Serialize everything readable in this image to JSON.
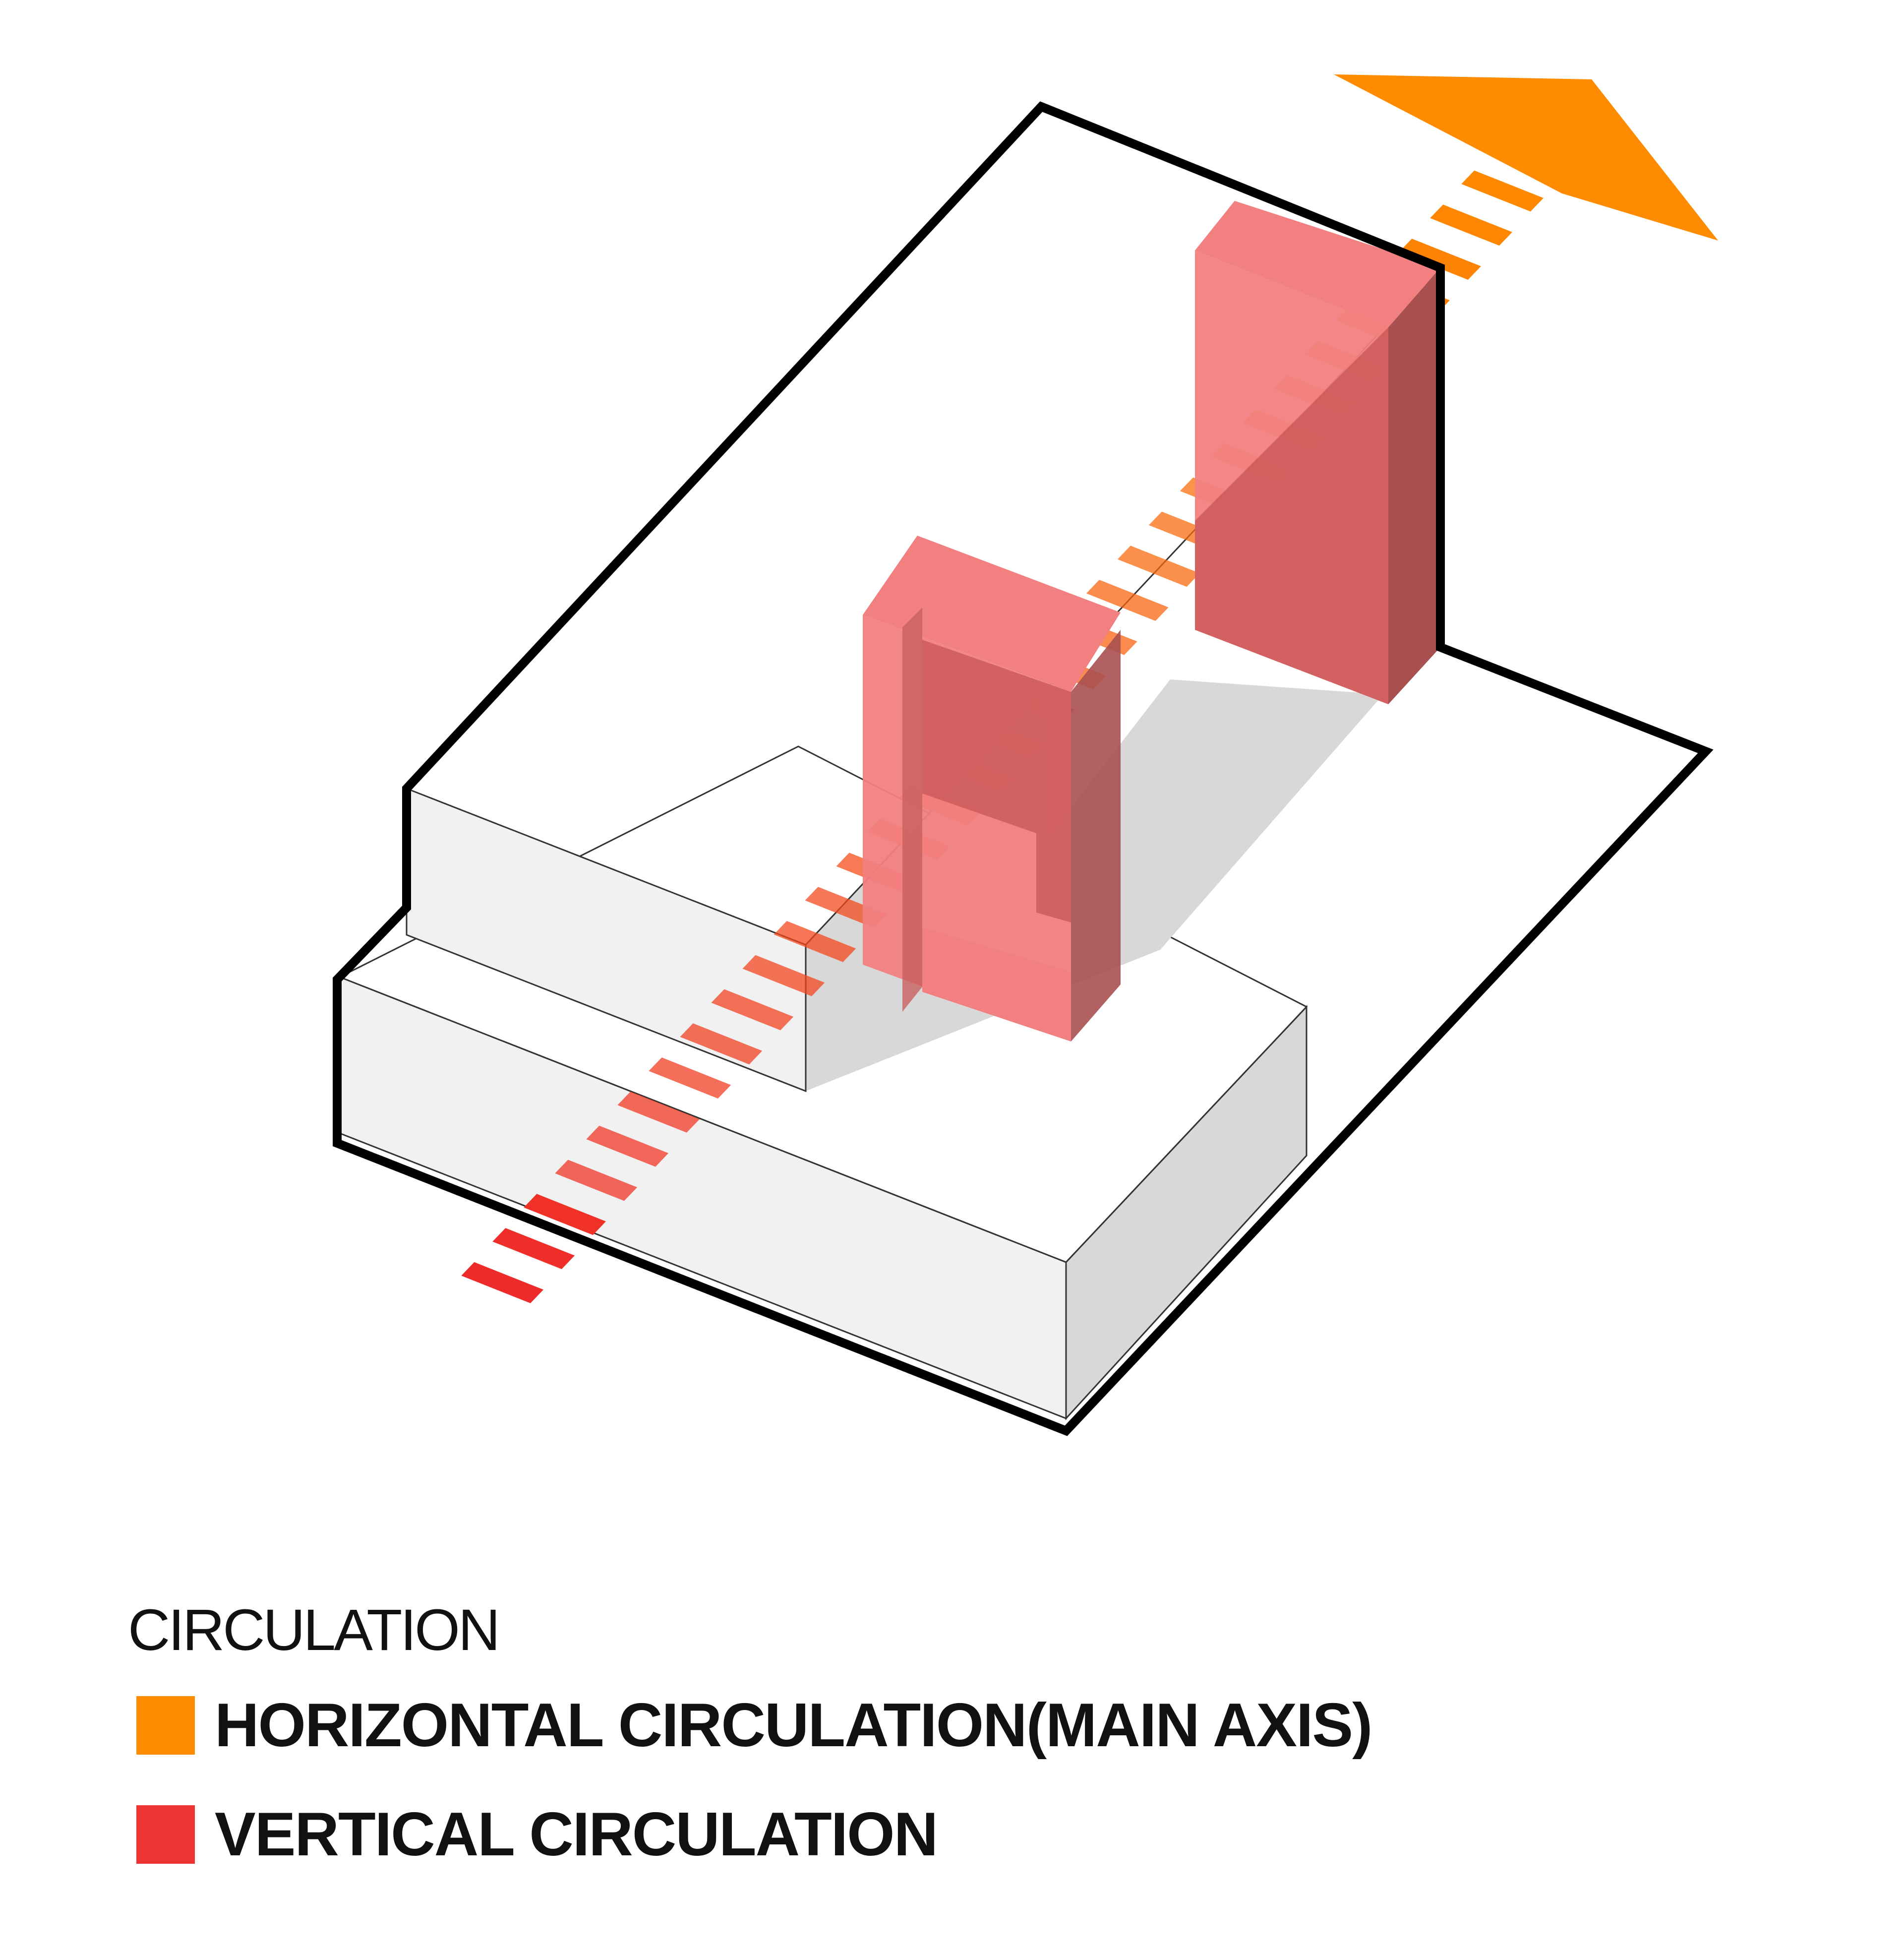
{
  "legend": {
    "title": "CIRCULATION",
    "items": [
      {
        "label": "HORIZONTAL CIRCULATION(MAIN AXIS)",
        "color": "#FF8C00"
      },
      {
        "label": "VERTICAL CIRCULATION",
        "color": "#EE3333"
      }
    ]
  },
  "colors": {
    "outline": "#000000",
    "mass_face_light": "#F1F1F1",
    "mass_face_dark": "#D8D8D8",
    "roof": "#FFFFFF",
    "core_front": "#F28080",
    "core_side": "#CC5A5A",
    "core_shadow": "#A85050",
    "axis_start": "#EE2B2B",
    "axis_end": "#FF8C00"
  },
  "icons": {
    "axis_arrow": "arrow-icon"
  }
}
